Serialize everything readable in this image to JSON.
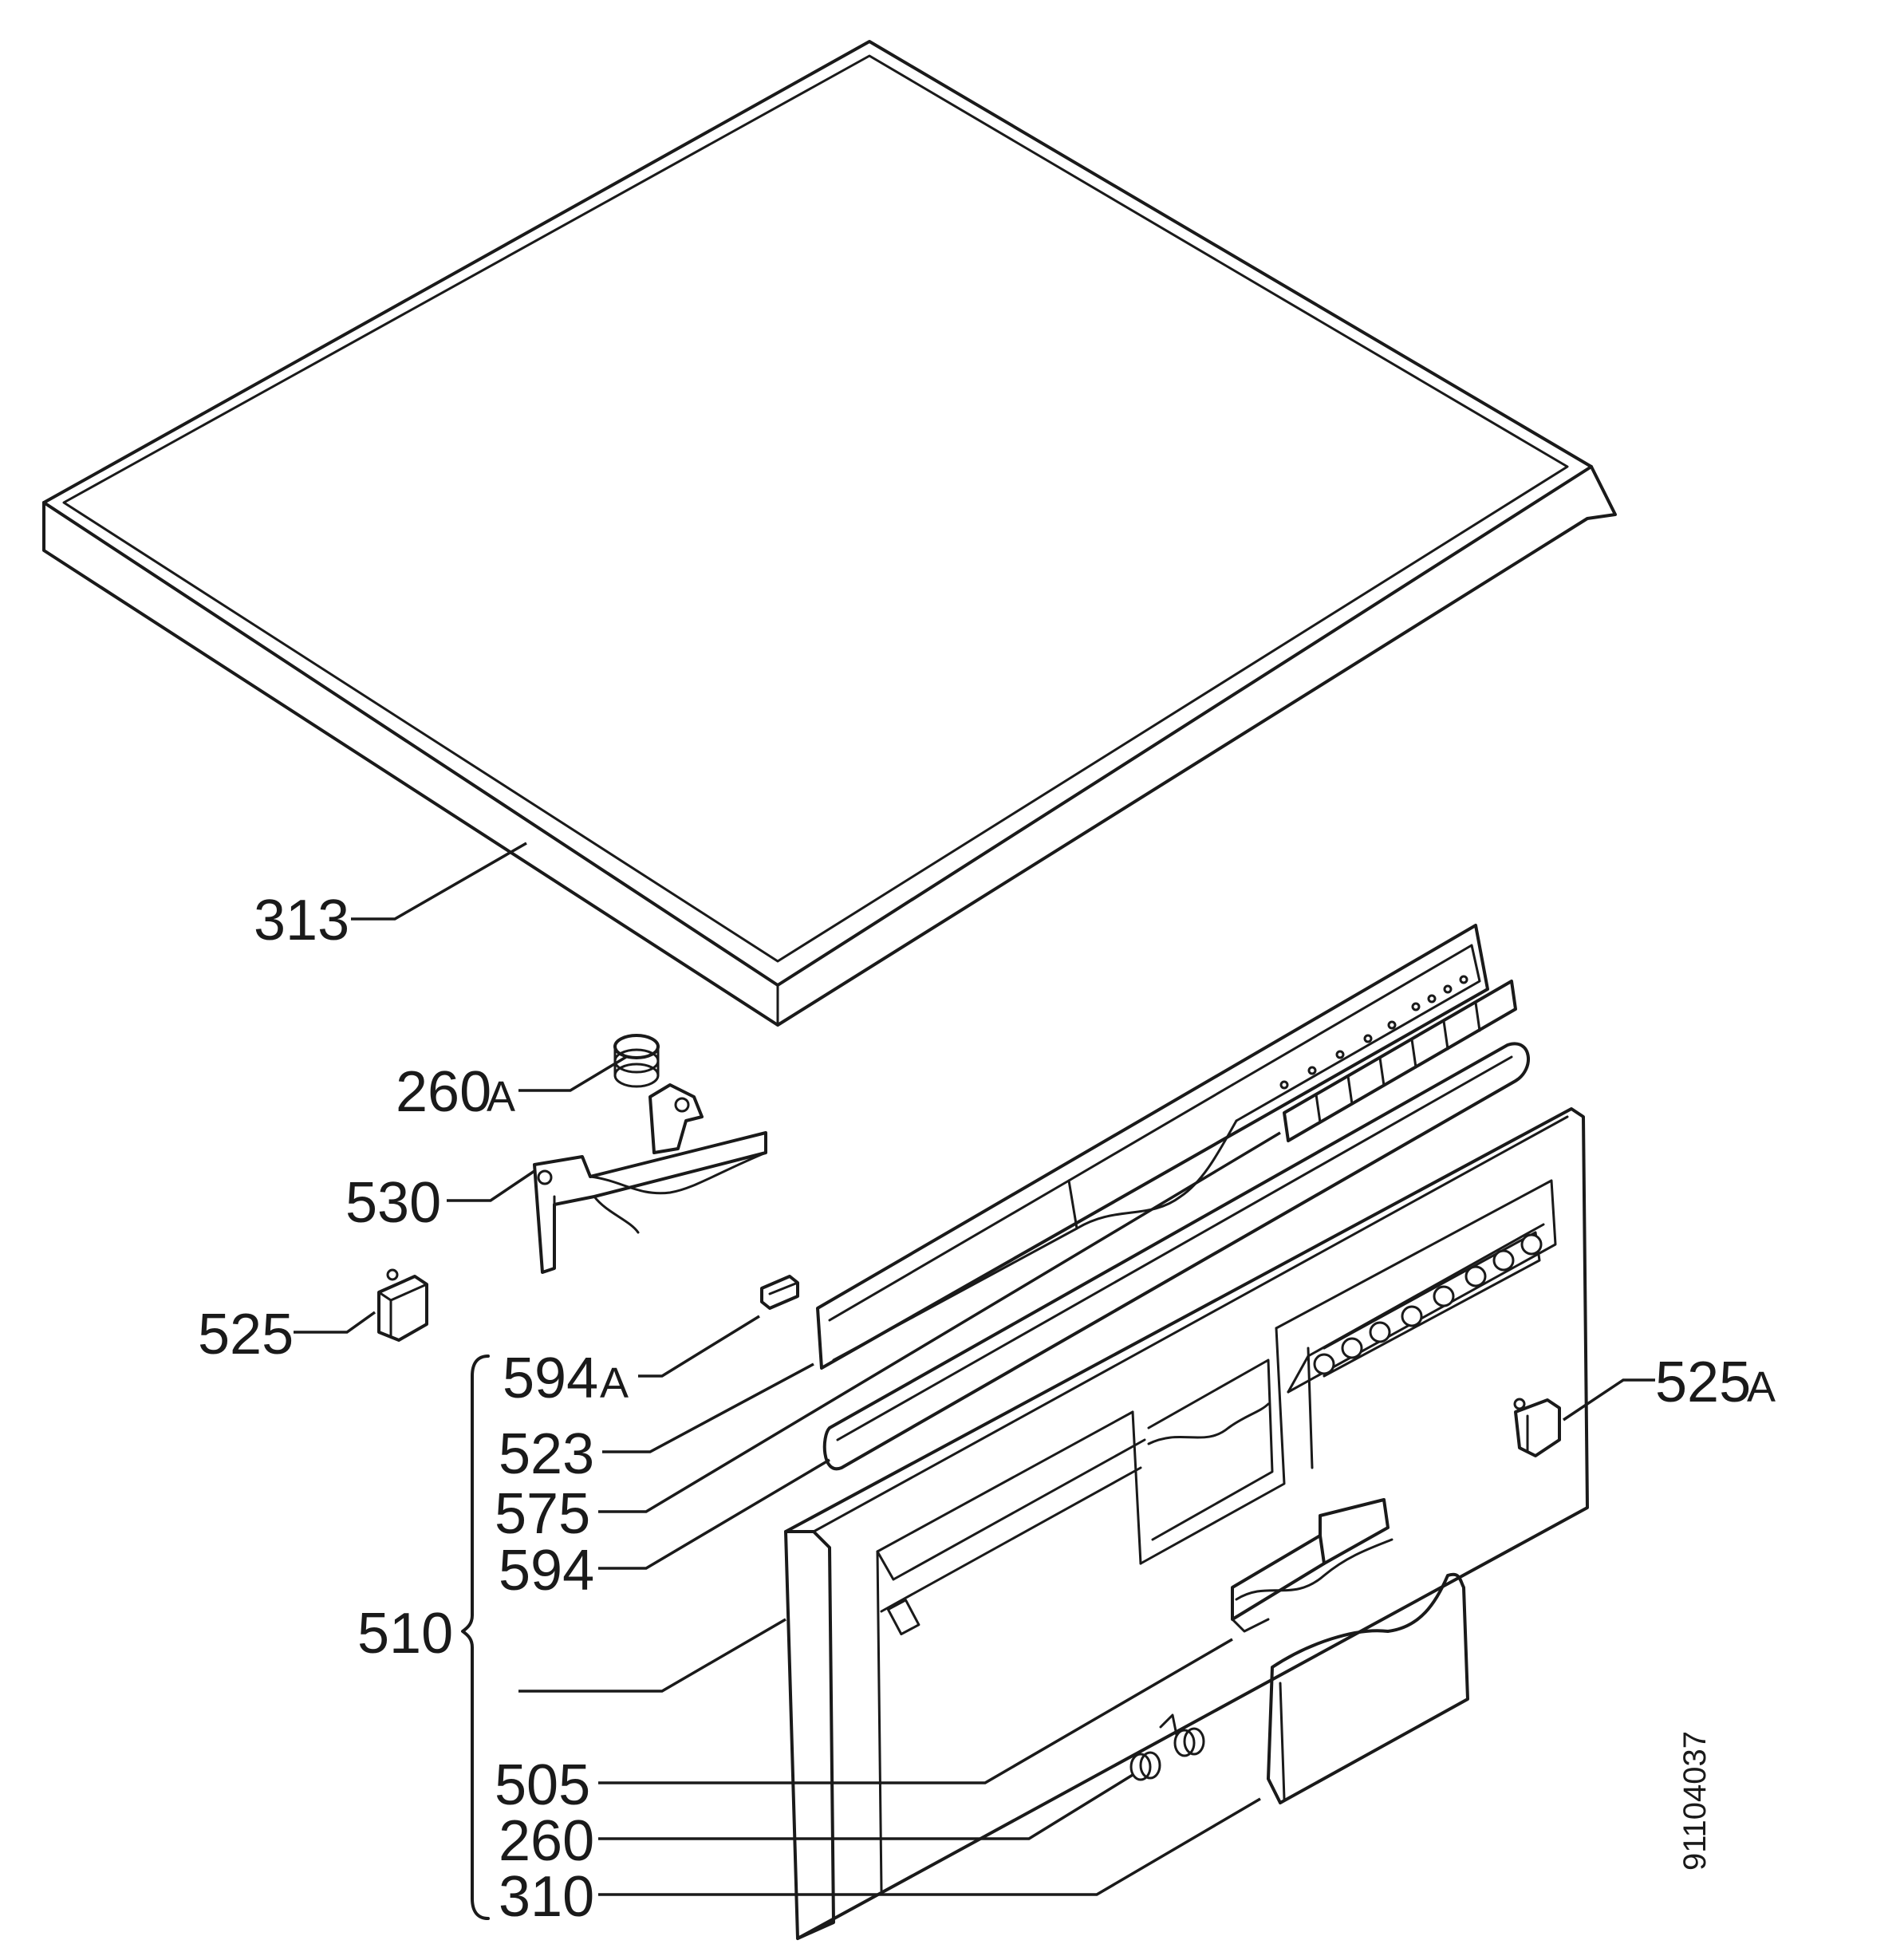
{
  "labels": {
    "p313": "313",
    "p260a": "260",
    "p530": "530",
    "p525": "525",
    "p594a": "594",
    "p523": "523",
    "p575": "575",
    "p594": "594",
    "p510": "510",
    "p505": "505",
    "p260": "260",
    "p310": "310",
    "p525a": "525",
    "suffix_a": "A"
  },
  "drawing_number": "91104037"
}
